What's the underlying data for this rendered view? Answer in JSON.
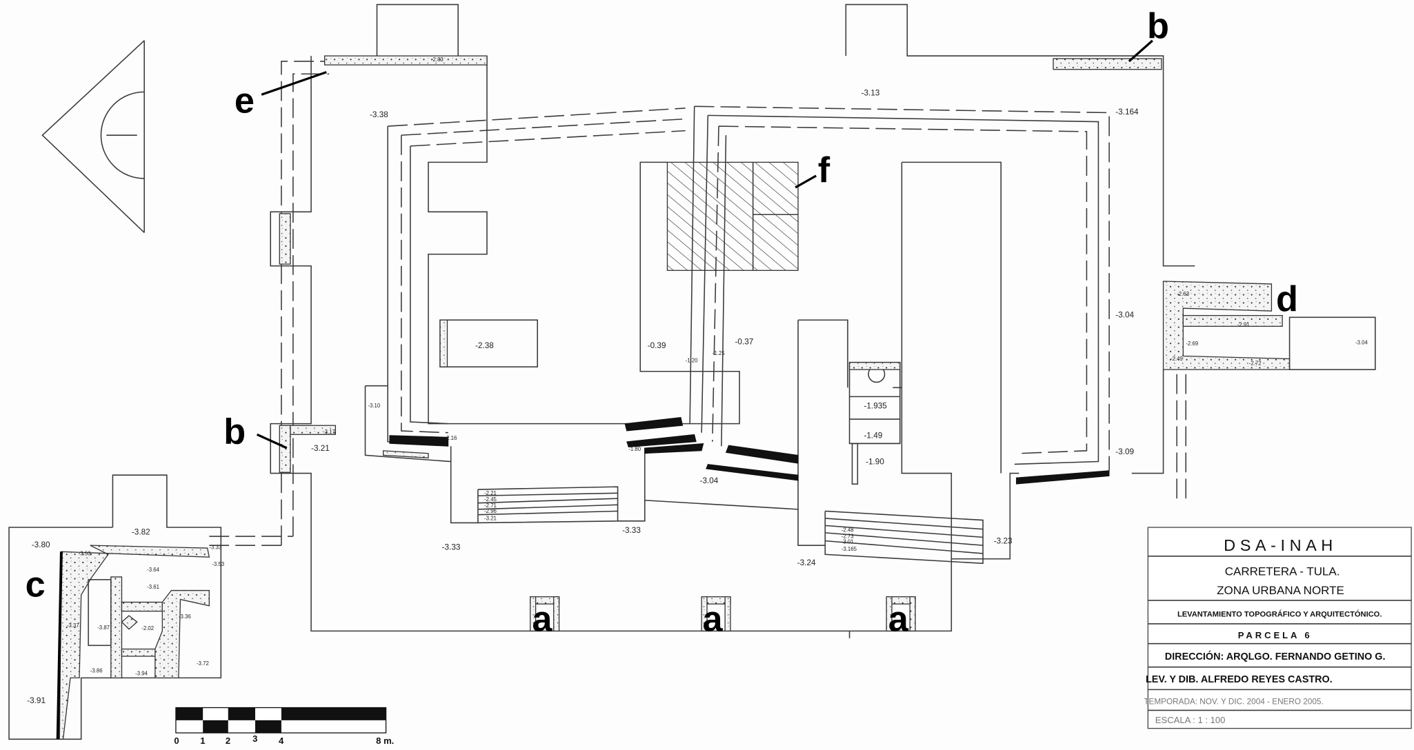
{
  "callouts": {
    "e": "e",
    "b_top": "b",
    "b_left": "b",
    "c": "c",
    "d": "d",
    "f": "f",
    "a1": "a",
    "a2": "a",
    "a3": "a"
  },
  "elevations": [
    "-2.83",
    "-3.38",
    "-3.13",
    "-3.164",
    "-2.38",
    "-0.39",
    "-0.37",
    "-1.20",
    "-1.25",
    "-3.10",
    "-2.16",
    "-3.17",
    "-3.21",
    "-1.80",
    "-3.04",
    "-1.935",
    "-1.49",
    "-1.90",
    "-3.04",
    "-3.09",
    "-2.63",
    "-2.91",
    "-2.69",
    "-3.04",
    "-2.49",
    "-2.72",
    "-3.33",
    "-3.33",
    "-3.24",
    "-3.23",
    "-2.21",
    "-2.45",
    "-2.71",
    "-2.96",
    "-3.21",
    "-2.48",
    "-2.73",
    "-3.01",
    "-3.165",
    "-3.82",
    "-3.80",
    "-3.33",
    "-3.53",
    "-3.53",
    "-3.64",
    "-3.61",
    "-3.36",
    "-3.37",
    "-3.87",
    "-2.02",
    "-3.72",
    "-3.86",
    "-3.94",
    "-3.91"
  ],
  "scale_bar": {
    "labels": [
      "0",
      "1",
      "2",
      "3",
      "4",
      "8 m."
    ]
  },
  "title_block": {
    "org": "DSA-INAH",
    "project_line1": "CARRETERA - TULA.",
    "project_line2": "ZONA URBANA NORTE",
    "survey": "LEVANTAMIENTO TOPOGRÁFICO Y ARQUITECTÓNICO.",
    "parcel": "PARCELA 6",
    "direction": "DIRECCIÓN: ARQLGO. FERNANDO GETINO G.",
    "drawn_by": "LEV. Y DIB. ALFREDO REYES CASTRO.",
    "season": "TEMPORADA: NOV. Y DIC. 2004 - ENERO 2005.",
    "scale": "ESCALA : 1 : 100"
  },
  "colors": {
    "ink": "#111111",
    "paper": "#fdfdfd",
    "secondary_text": "#777777"
  }
}
